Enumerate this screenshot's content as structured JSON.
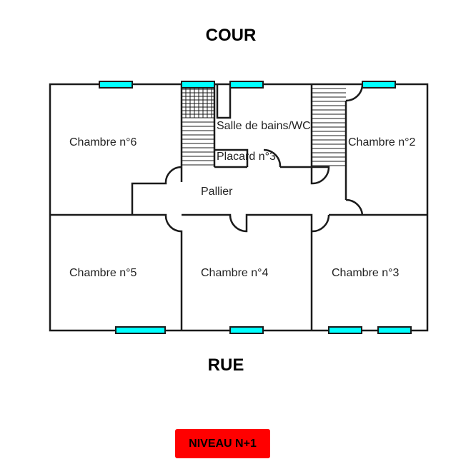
{
  "labels": {
    "top": "COUR",
    "bottom": "RUE"
  },
  "rooms": {
    "chambre6": "Chambre n°6",
    "chambre5": "Chambre n°5",
    "chambre4": "Chambre n°4",
    "chambre3": "Chambre n°3",
    "chambre2": "Chambre n°2",
    "salle_de_bains": "Salle de bains/WC",
    "placard": "Placard n°3",
    "pallier": "Pallier"
  },
  "level_badge": "NIVEAU N+1",
  "colors": {
    "window": "#00ffff",
    "wall": "#1a1a1a",
    "badge": "#ff0000"
  }
}
